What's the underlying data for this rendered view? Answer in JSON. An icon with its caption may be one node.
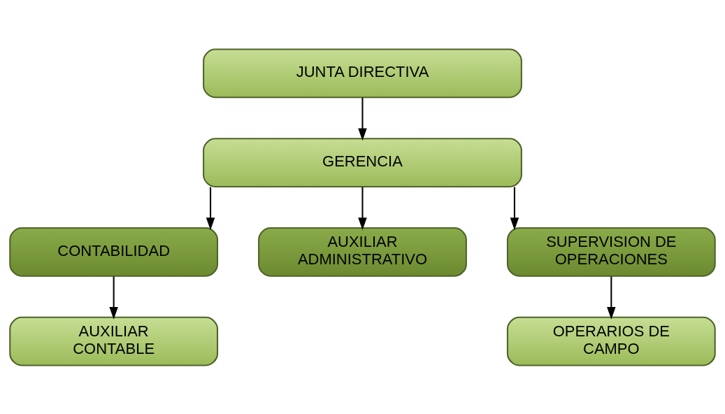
{
  "diagram": {
    "nodes": [
      {
        "text": [
          "JUNTA DIRECTIVA"
        ]
      },
      {
        "text": [
          "GERENCIA"
        ]
      },
      {
        "text": [
          "CONTABILIDAD"
        ]
      },
      {
        "text": [
          "AUXILIAR ADMINISTRATIVO"
        ]
      },
      {
        "text": [
          "SUPERVISION DE OPERACIONES"
        ]
      },
      {
        "text": [
          "AUXILIAR CONTABLE"
        ]
      },
      {
        "text": [
          "OPERARIOS DE CAMPO"
        ]
      }
    ],
    "edges": [
      {
        "from": 0,
        "to": 1,
        "arrow": "to"
      },
      {
        "from": 1,
        "to": 2,
        "arrow": "to"
      },
      {
        "from": 1,
        "to": 3,
        "arrow": "to"
      },
      {
        "from": 1,
        "to": 4,
        "arrow": "to"
      },
      {
        "from": 2,
        "to": 5,
        "arrow": "to"
      },
      {
        "from": 4,
        "to": 6,
        "arrow": "to"
      }
    ]
  }
}
